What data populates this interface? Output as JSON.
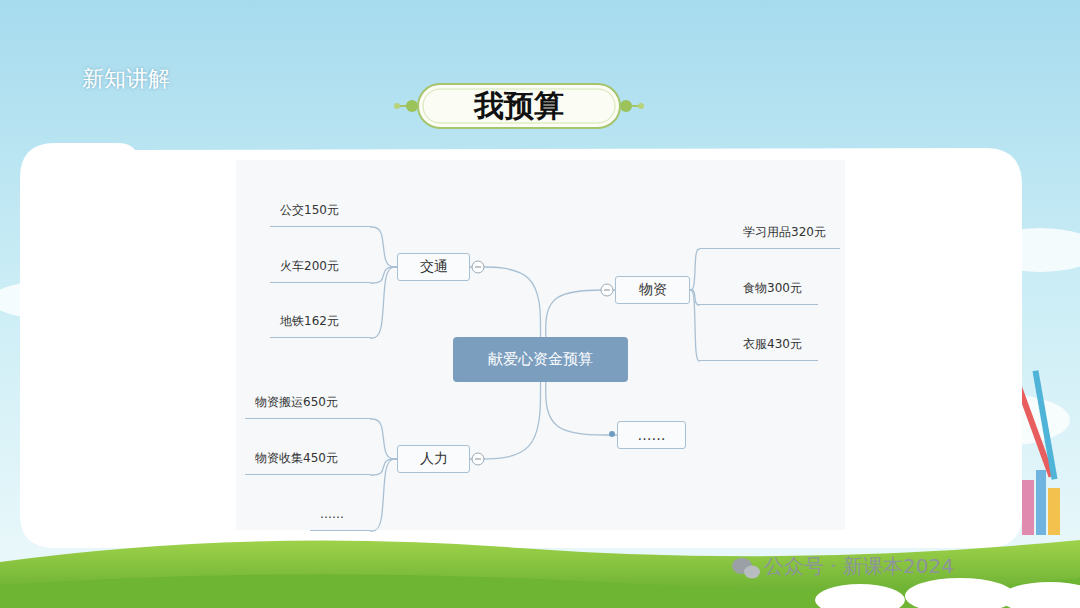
{
  "diagram": {
    "title": "我预算",
    "nodes": [
      {
        "text": [
          "献爱心资金预算"
        ]
      },
      {
        "text": [
          "交通"
        ]
      },
      {
        "text": [
          "公交150元"
        ]
      },
      {
        "text": [
          "火车200元"
        ]
      },
      {
        "text": [
          "地铁162元"
        ]
      },
      {
        "text": [
          "物资"
        ]
      },
      {
        "text": [
          "学习用品320元"
        ]
      },
      {
        "text": [
          "食物300元"
        ]
      },
      {
        "text": [
          "衣服430元"
        ]
      },
      {
        "text": [
          "人力"
        ]
      },
      {
        "text": [
          "物资搬运650元"
        ]
      },
      {
        "text": [
          "物资收集450元"
        ]
      },
      {
        "text": [
          "……"
        ]
      },
      {
        "text": [
          "……"
        ]
      }
    ],
    "edges": [
      {
        "from": 0,
        "to": 1,
        "arrow": "none"
      },
      {
        "from": 1,
        "to": 2,
        "arrow": "none"
      },
      {
        "from": 1,
        "to": 3,
        "arrow": "none"
      },
      {
        "from": 1,
        "to": 4,
        "arrow": "none"
      },
      {
        "from": 0,
        "to": 5,
        "arrow": "none"
      },
      {
        "from": 5,
        "to": 6,
        "arrow": "none"
      },
      {
        "from": 5,
        "to": 7,
        "arrow": "none"
      },
      {
        "from": 5,
        "to": 8,
        "arrow": "none"
      },
      {
        "from": 0,
        "to": 9,
        "arrow": "none"
      },
      {
        "from": 9,
        "to": 10,
        "arrow": "none"
      },
      {
        "from": 9,
        "to": 11,
        "arrow": "none"
      },
      {
        "from": 9,
        "to": 12,
        "arrow": "none"
      },
      {
        "from": 0,
        "to": 13,
        "arrow": "none"
      }
    ],
    "labels": [
      "新知讲解",
      "公众号 · 新课本2024"
    ]
  }
}
